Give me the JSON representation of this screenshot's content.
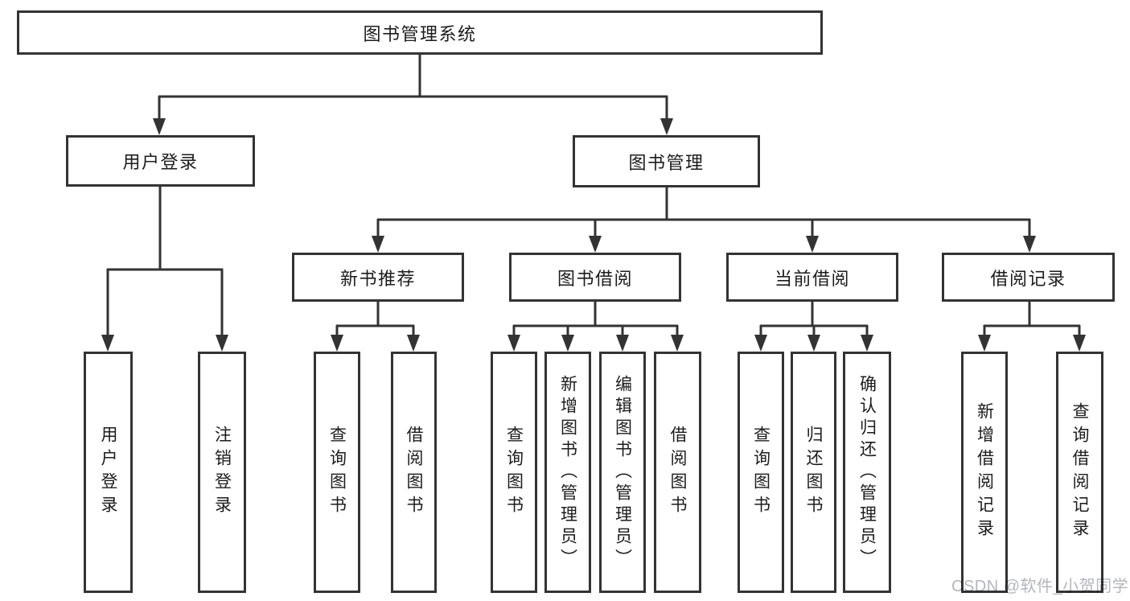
{
  "diagram": {
    "root": "图书管理系统",
    "branches": [
      {
        "label": "用户登录",
        "leaves": [
          "用户登录",
          "注销登录"
        ]
      },
      {
        "label": "图书管理",
        "groups": [
          {
            "label": "新书推荐",
            "leaves": [
              "查询图书",
              "借阅图书"
            ]
          },
          {
            "label": "图书借阅",
            "leaves": [
              "查询图书",
              "新增图书（管理员）",
              "编辑图书（管理员）",
              "借阅图书"
            ]
          },
          {
            "label": "当前借阅",
            "leaves": [
              "查询图书",
              "归还图书",
              "确认归还（管理员）"
            ]
          },
          {
            "label": "借阅记录",
            "leaves": [
              "新增借阅记录",
              "查询借阅记录"
            ]
          }
        ]
      }
    ]
  },
  "watermark": "CSDN @软件_小贺同学",
  "colors": {
    "line": "#333333",
    "box_border": "#333333",
    "text": "#1c1c1c",
    "watermark": "#b4b5c0",
    "background": "#ffffff"
  }
}
